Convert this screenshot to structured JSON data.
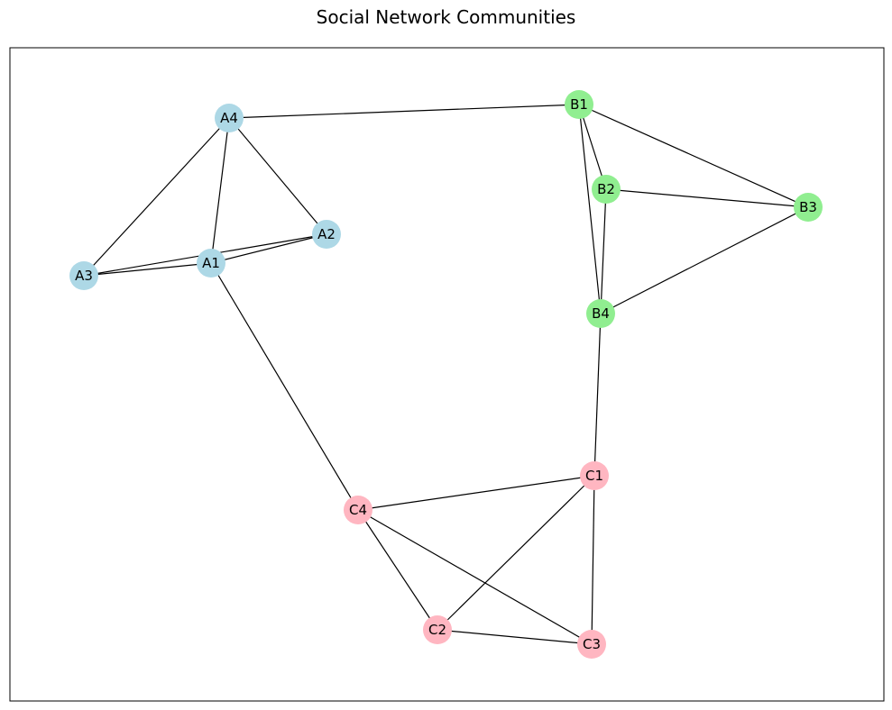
{
  "title": "Social Network Communities",
  "communities": [
    {
      "name": "A",
      "color": "#add8e6"
    },
    {
      "name": "B",
      "color": "#90ee90"
    },
    {
      "name": "C",
      "color": "#ffb6c1"
    }
  ],
  "nodes": [
    {
      "id": "A1",
      "community": "A"
    },
    {
      "id": "A2",
      "community": "A"
    },
    {
      "id": "A3",
      "community": "A"
    },
    {
      "id": "A4",
      "community": "A"
    },
    {
      "id": "B1",
      "community": "B"
    },
    {
      "id": "B2",
      "community": "B"
    },
    {
      "id": "B3",
      "community": "B"
    },
    {
      "id": "B4",
      "community": "B"
    },
    {
      "id": "C1",
      "community": "C"
    },
    {
      "id": "C2",
      "community": "C"
    },
    {
      "id": "C3",
      "community": "C"
    },
    {
      "id": "C4",
      "community": "C"
    }
  ],
  "edges": [
    [
      "A4",
      "A3"
    ],
    [
      "A4",
      "A1"
    ],
    [
      "A4",
      "A2"
    ],
    [
      "A3",
      "A1"
    ],
    [
      "A3",
      "A2"
    ],
    [
      "A1",
      "A2"
    ],
    [
      "A4",
      "B1"
    ],
    [
      "A1",
      "C4"
    ],
    [
      "B1",
      "B2"
    ],
    [
      "B1",
      "B3"
    ],
    [
      "B1",
      "B4"
    ],
    [
      "B2",
      "B3"
    ],
    [
      "B2",
      "B4"
    ],
    [
      "B3",
      "B4"
    ],
    [
      "B4",
      "C1"
    ],
    [
      "C4",
      "C1"
    ],
    [
      "C4",
      "C2"
    ],
    [
      "C4",
      "C3"
    ],
    [
      "C1",
      "C2"
    ],
    [
      "C1",
      "C3"
    ],
    [
      "C2",
      "C3"
    ]
  ]
}
